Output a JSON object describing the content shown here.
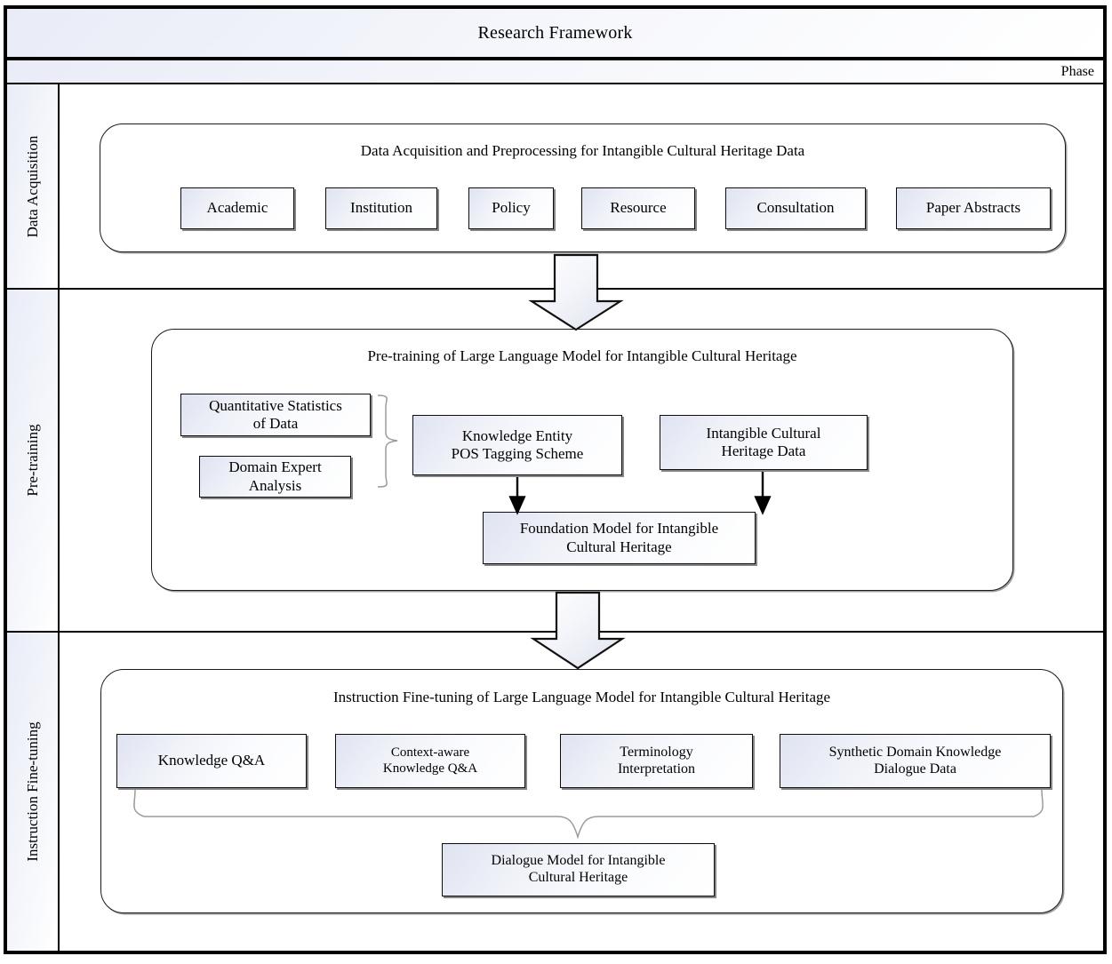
{
  "header": {
    "title": "Research Framework",
    "phase_column_label": "Phase"
  },
  "phases": [
    {
      "id": "data-acquisition",
      "label": "Data Acquisition",
      "container_title": "Data Acquisition and Preprocessing for Intangible Cultural Heritage Data",
      "nodes": [
        {
          "label": "Academic"
        },
        {
          "label": "Institution"
        },
        {
          "label": "Policy"
        },
        {
          "label": "Resource"
        },
        {
          "label": "Consultation"
        },
        {
          "label": "Paper Abstracts"
        }
      ]
    },
    {
      "id": "pre-training",
      "label": "Pre-training",
      "container_title": "Pre-training of Large Language Model for Intangible Cultural Heritage",
      "nodes": [
        {
          "line1": "Quantitative Statistics",
          "line2": "of Data"
        },
        {
          "line1": "Domain Expert",
          "line2": "Analysis"
        },
        {
          "line1": "Knowledge Entity",
          "line2": "POS Tagging Scheme"
        },
        {
          "line1": "Intangible Cultural",
          "line2": "Heritage Data"
        },
        {
          "line1": "Foundation Model for Intangible",
          "line2": "Cultural Heritage"
        }
      ]
    },
    {
      "id": "instruction-fine-tuning",
      "label": "Instruction Fine-tuning",
      "container_title": "Instruction Fine-tuning of Large Language Model for Intangible Cultural Heritage",
      "nodes": [
        {
          "line1": "Knowledge Q&A",
          "line2": ""
        },
        {
          "line1": "Context-aware",
          "line2": "Knowledge Q&A"
        },
        {
          "line1": "Terminology",
          "line2": "Interpretation"
        },
        {
          "line1": "Synthetic Domain Knowledge",
          "line2": "Dialogue Data"
        },
        {
          "line1": "Dialogue Model for Intangible",
          "line2": "Cultural Heritage"
        }
      ]
    }
  ],
  "connectors": {
    "phase1_to_phase2": "block-arrow-down",
    "phase2_to_phase3": "block-arrow-down",
    "brace_right": "curly-brace-right",
    "brace_down": "curly-brace-down",
    "arrows": [
      "knowledge-entity-to-foundation",
      "ich-data-to-foundation"
    ]
  },
  "colors": {
    "line": "#000000",
    "banner_fill_start": "#e9ecf7",
    "banner_fill_end": "#ffffff",
    "node_fill_start": "#dfe3f1",
    "node_fill_end": "#ffffff"
  }
}
